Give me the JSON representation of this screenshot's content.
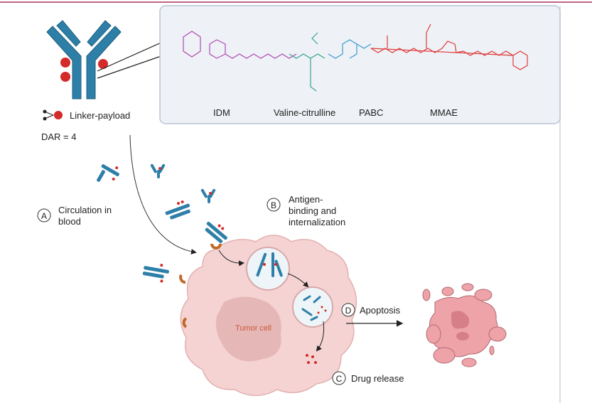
{
  "legend": {
    "linker_payload": "Linker-payload",
    "dar": "DAR = 4"
  },
  "structure_labels": {
    "idm": "IDM",
    "vc": "Valine-citrulline",
    "pabc": "PABC",
    "mmae": "MMAE"
  },
  "steps": {
    "a": {
      "letter": "A",
      "line1": "Circulation in",
      "line2": "blood"
    },
    "b": {
      "letter": "B",
      "line1": "Antigen-",
      "line2": "binding and",
      "line3": "internalization"
    },
    "c": {
      "letter": "C",
      "text": "Drug release"
    },
    "d": {
      "letter": "D",
      "text": "Apoptosis"
    }
  },
  "cell_label": "Tumor cell",
  "colors": {
    "antibody": "#2e7fa8",
    "payload": "#d42a2a",
    "cell": "#f5d3d3",
    "nucleus": "#e6b7b7",
    "receptor": "#c06a2a",
    "idm": "#b04bb8",
    "vc": "#3aa391",
    "pabc": "#3d9bd1",
    "mmae": "#e03c3c",
    "accent_line": "#a8325e"
  }
}
